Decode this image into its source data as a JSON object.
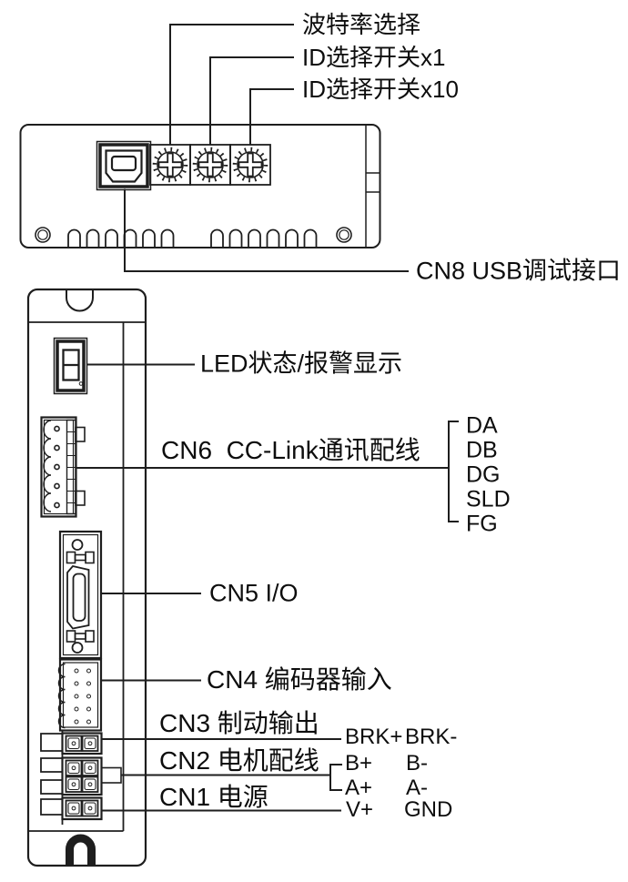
{
  "top_view": {
    "baud_label": "波特率选择",
    "id_x1_label": "ID选择开关x1",
    "id_x10_label": "ID选择开关x10",
    "cn8_label": "CN8 USB调试接口"
  },
  "front_view": {
    "led_label": "LED状态/报警显示",
    "cn6_label": "CN6  CC-Link通讯配线",
    "cn6_pins": [
      "DA",
      "DB",
      "DG",
      "SLD",
      "FG"
    ],
    "cn5_label": "CN5 I/O",
    "cn4_label": "CN4 编码器输入",
    "cn3_label": "CN3 制动输出",
    "cn3_pins": [
      "BRK+",
      "BRK-"
    ],
    "cn2_label": "CN2 电机配线",
    "cn2_pins": [
      "B+",
      "B-",
      "A+",
      "A-"
    ],
    "cn1_label": "CN1 电源",
    "cn1_pins": [
      "V+",
      "GND"
    ]
  },
  "colors": {
    "background": "#ffffff",
    "outline": "#1e1e1e",
    "leader_line": "#4a4a4a",
    "frame_gray": "#949494",
    "text": "#0d0d0d"
  }
}
